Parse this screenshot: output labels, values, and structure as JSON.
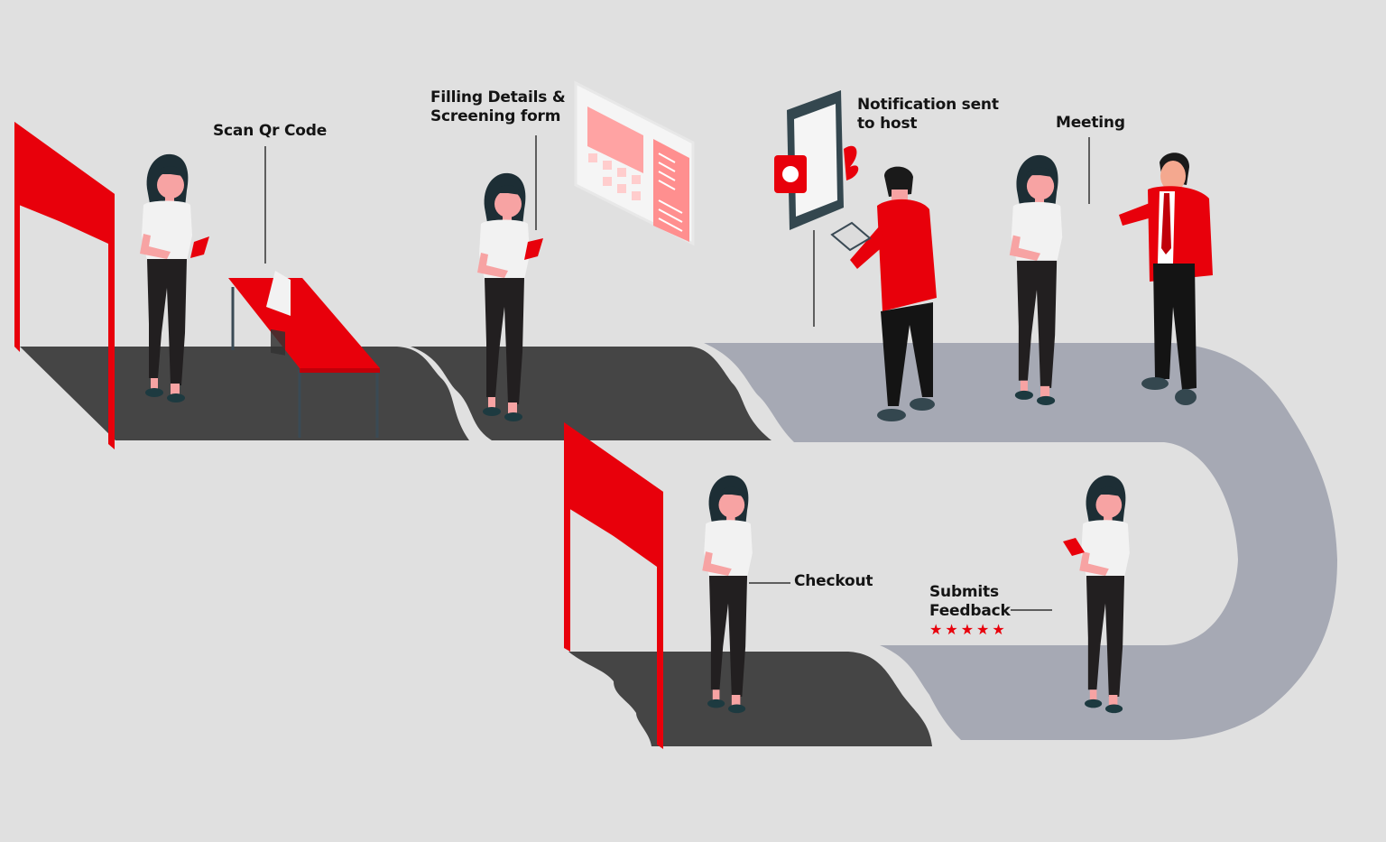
{
  "steps": [
    {
      "id": "scan",
      "label": "Scan Qr Code"
    },
    {
      "id": "filling",
      "label_line1": "Filling Details &",
      "label_line2": "Screening form"
    },
    {
      "id": "notify",
      "label_line1": "Notification sent",
      "label_line2": "to host"
    },
    {
      "id": "meeting",
      "label": "Meeting"
    },
    {
      "id": "checkout",
      "label": "Checkout"
    },
    {
      "id": "feedback",
      "label_line1": "Submits",
      "label_line2": "Feedback",
      "rating": "★★★★★",
      "rating_value": 5
    }
  ],
  "colors": {
    "background": "#e0e0e0",
    "brand_red": "#e8000b",
    "path_dark": "#454545",
    "path_light": "#a6a9b4",
    "text": "#141414",
    "shirt": "#f2f2f2",
    "hair": "#1d2e35",
    "skin": "#f7a3a3",
    "pants": "#221f20"
  },
  "icons": [
    "gate-icon",
    "qr-code-icon",
    "smartphone-icon",
    "form-screen-icon",
    "bell-notification-icon",
    "tablet-icon",
    "star-icon"
  ]
}
